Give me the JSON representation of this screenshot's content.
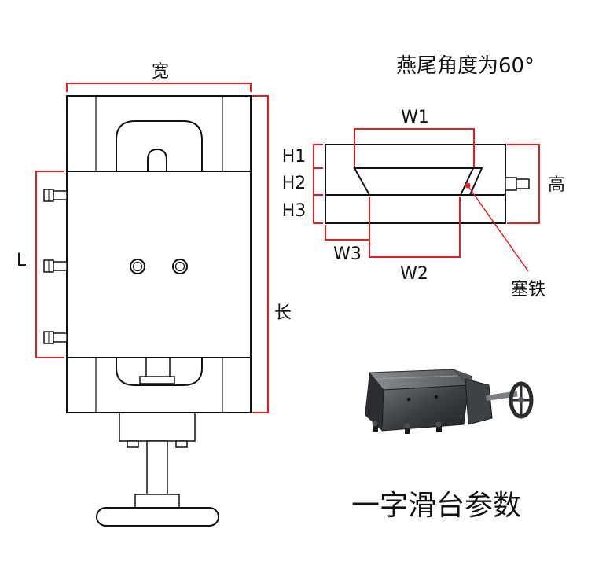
{
  "colors": {
    "dimension": "#e21f26",
    "outline": "#111111",
    "wedge_fill": "#ffffff"
  },
  "left_view": {
    "width_label": "宽",
    "length_label": "长",
    "l_label": "L"
  },
  "cross_section": {
    "angle_note": "燕尾角度为60°",
    "w1_label": "W1",
    "w2_label": "W2",
    "w3_label": "W3",
    "h1_label": "H1",
    "h2_label": "H2",
    "h3_label": "H3",
    "height_label": "高",
    "gib_label": "塞铁"
  },
  "photo": {
    "icon": "cross-slide-photo"
  },
  "caption": "一字滑台参数"
}
